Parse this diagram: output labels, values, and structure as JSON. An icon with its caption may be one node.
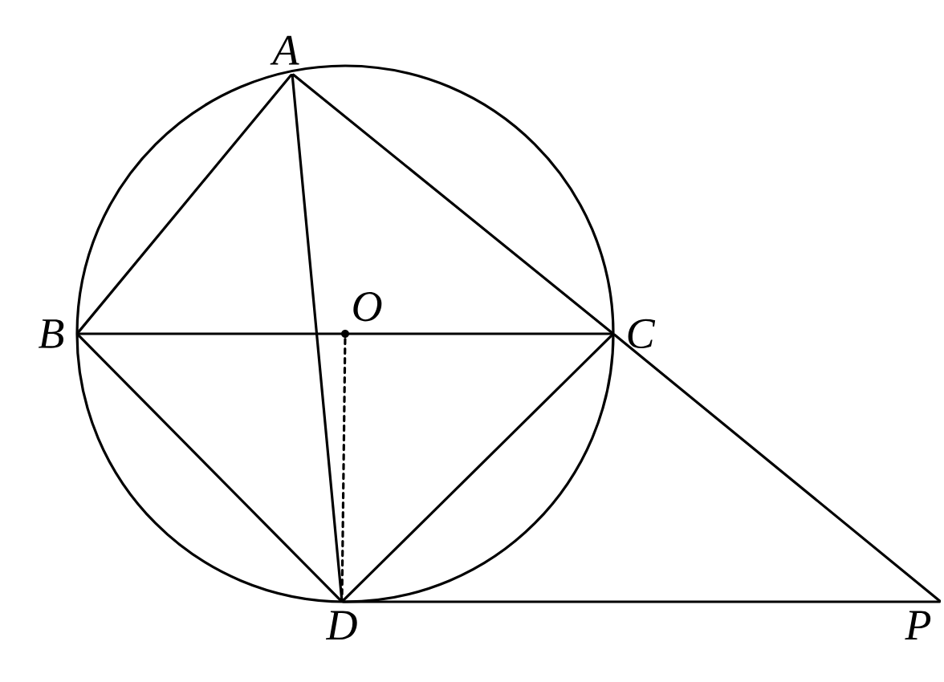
{
  "diagram": {
    "nodes": [
      {
        "text": [
          "A"
        ]
      },
      {
        "text": [
          "B"
        ]
      },
      {
        "text": [
          "O"
        ]
      },
      {
        "text": [
          "C"
        ]
      },
      {
        "text": [
          "D"
        ]
      },
      {
        "text": [
          "P"
        ]
      }
    ],
    "edges": [
      {
        "from": 0,
        "to": 1,
        "arrow": "none"
      },
      {
        "from": 0,
        "to": 3,
        "arrow": "none"
      },
      {
        "from": 0,
        "to": 4,
        "arrow": "none"
      },
      {
        "from": 1,
        "to": 3,
        "arrow": "none"
      },
      {
        "from": 1,
        "to": 4,
        "arrow": "none"
      },
      {
        "from": 3,
        "to": 4,
        "arrow": "none"
      },
      {
        "from": 3,
        "to": 5,
        "arrow": "none"
      },
      {
        "from": 4,
        "to": 5,
        "arrow": "none"
      },
      {
        "from": 2,
        "to": 4,
        "arrow": "none",
        "style": "dashed"
      }
    ]
  }
}
